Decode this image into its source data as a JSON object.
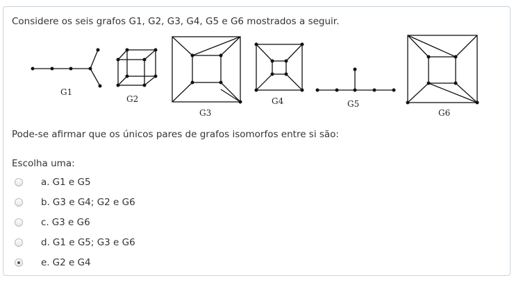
{
  "question": {
    "text": "Considere os seis grafos G1, G2, G3, G4, G5 e G6 mostrados a seguir.",
    "stem": "Pode-se afirmar que os únicos pares de grafos isomorfos entre si são:",
    "prompt": "Escolha uma:"
  },
  "figure": {
    "labels": [
      "G1",
      "G2",
      "G3",
      "G4",
      "G5",
      "G6"
    ]
  },
  "options": [
    {
      "letter": "a.",
      "text": "G1 e G5",
      "selected": false
    },
    {
      "letter": "b.",
      "text": "G3 e G4; G2 e G6",
      "selected": false
    },
    {
      "letter": "c.",
      "text": "G3 e G6",
      "selected": false
    },
    {
      "letter": "d.",
      "text": "G1 e G5; G3 e G6",
      "selected": false
    },
    {
      "letter": "e.",
      "text": "G2 e G4",
      "selected": true
    }
  ]
}
